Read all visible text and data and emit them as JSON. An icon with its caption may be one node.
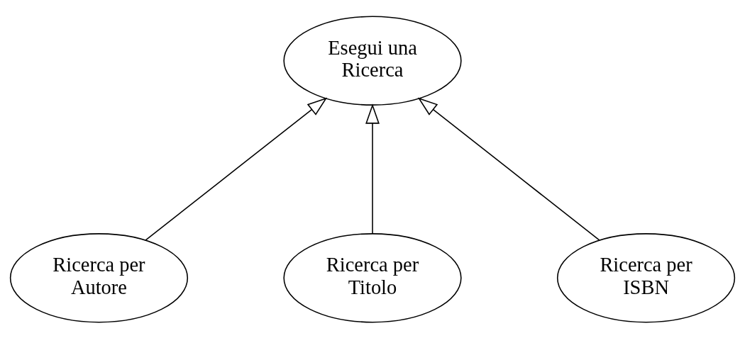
{
  "diagram": {
    "nodes": [
      {
        "text": [
          "Esegui una Ricerca"
        ]
      },
      {
        "text": [
          "Ricerca per Autore"
        ]
      },
      {
        "text": [
          "Ricerca per Titolo"
        ]
      },
      {
        "text": [
          "Ricerca per ISBN"
        ]
      }
    ],
    "edges": [
      {
        "from": 1,
        "to": 0,
        "arrow": "to"
      },
      {
        "from": 2,
        "to": 0,
        "arrow": "to"
      },
      {
        "from": 3,
        "to": 0,
        "arrow": "to"
      }
    ]
  }
}
